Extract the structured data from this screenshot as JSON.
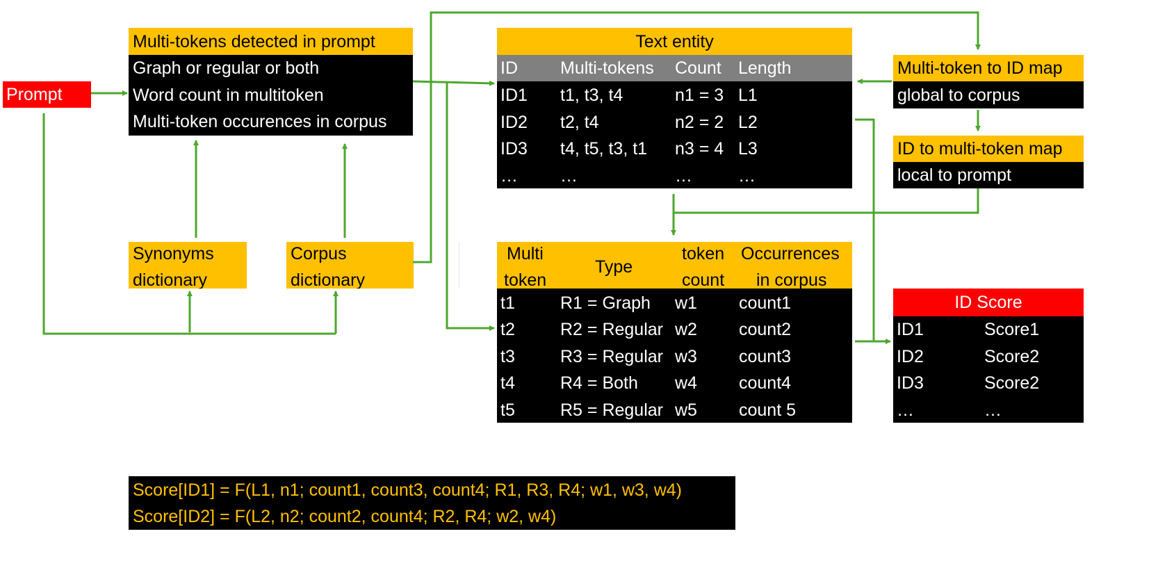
{
  "prompt": {
    "label": "Prompt"
  },
  "multitokens_box": {
    "header": "Multi-tokens detected in prompt",
    "lines": [
      "Graph or regular or both",
      "Word count in multitoken",
      "Multi-token occurences in corpus"
    ]
  },
  "synonyms": {
    "line1": "Synonyms",
    "line2": "dictionary"
  },
  "corpus_dict": {
    "line1": "Corpus",
    "line2": "dictionary"
  },
  "text_entity": {
    "title": "Text entity",
    "columns": [
      "ID",
      "Multi-tokens",
      "Count",
      "Length"
    ],
    "rows": [
      [
        "ID1",
        "t1, t3, t4",
        "n1 = 3",
        "L1"
      ],
      [
        "ID2",
        "t2, t4",
        "n2 = 2",
        "L2"
      ],
      [
        "ID3",
        "t4, t5, t3, t1",
        "n3 = 4",
        "L3"
      ],
      [
        "…",
        "…",
        "…",
        "…"
      ]
    ]
  },
  "token_table": {
    "columns": [
      {
        "line1": "Multi",
        "line2": "token"
      },
      {
        "line1": "Type",
        "line2": ""
      },
      {
        "line1": "token",
        "line2": "count"
      },
      {
        "line1": "Occurrences",
        "line2": "in corpus"
      }
    ],
    "rows": [
      [
        "t1",
        "R1 = Graph",
        "w1",
        "count1"
      ],
      [
        "t2",
        "R2 = Regular",
        "w2",
        "count2"
      ],
      [
        "t3",
        "R3 = Regular",
        "w3",
        "count3"
      ],
      [
        "t4",
        "R4 = Both",
        "w4",
        "count4"
      ],
      [
        "t5",
        "R5 = Regular",
        "w5",
        "count 5"
      ]
    ]
  },
  "mt_to_id": {
    "header": "Multi-token to ID map",
    "body": "global to corpus"
  },
  "id_to_mt": {
    "header": "ID to multi-token map",
    "body": "local to prompt"
  },
  "id_score": {
    "header": "ID Score",
    "rows": [
      [
        "ID1",
        "Score1"
      ],
      [
        "ID2",
        "Score2"
      ],
      [
        "ID3",
        "Score2"
      ],
      [
        "…",
        "…"
      ]
    ]
  },
  "formulas": [
    "Score[ID1] = F(L1, n1; count1, count3, count4;  R1, R3, R4; w1, w3, w4)",
    "Score[ID2] = F(L2, n2; count2, count4; R2, R4; w2, w4)"
  ],
  "colors": {
    "header": "#FFC000",
    "arrow": "#4EA72E",
    "prompt": "#FF0000",
    "score_header": "#FF0000"
  }
}
